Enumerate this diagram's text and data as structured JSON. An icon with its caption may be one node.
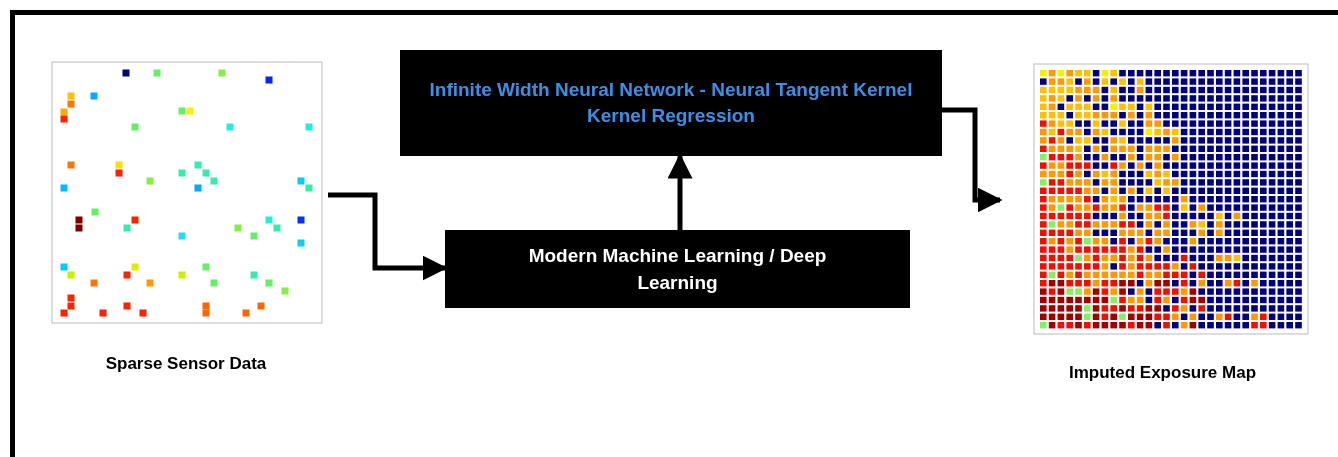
{
  "diagram": {
    "nodes": [
      {
        "text": [
          "Sparse Sensor Data"
        ]
      },
      {
        "text": [
          "Modern Machine Learning / Deep Learning"
        ]
      },
      {
        "text": [
          "Infinite Width Neural Network - Neural Tangent Kernel",
          "Kernel Regression"
        ]
      },
      {
        "text": [
          "Imputed Exposure Map"
        ]
      }
    ],
    "edges": [
      {
        "from": 0,
        "to": 1,
        "arrow": "to"
      },
      {
        "from": 1,
        "to": 2,
        "arrow": "to"
      },
      {
        "from": 2,
        "to": 3,
        "arrow": "to"
      }
    ]
  }
}
